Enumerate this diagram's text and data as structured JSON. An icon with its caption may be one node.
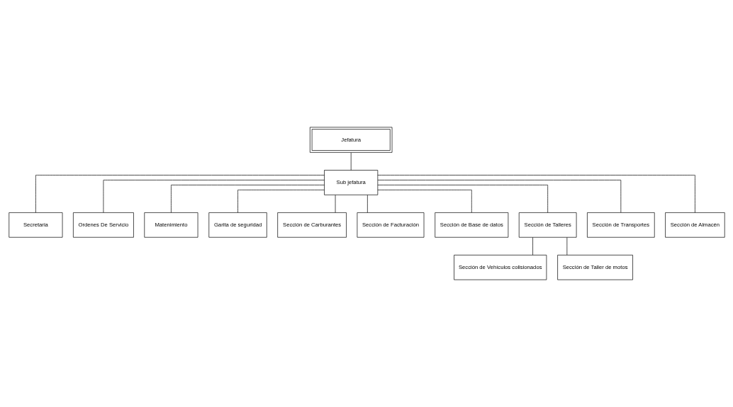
{
  "diagram": {
    "nodes": [
      {
        "text": [
          "Jefatura"
        ]
      },
      {
        "text": [
          "Sub jefatura"
        ]
      },
      {
        "text": [
          "Secretaria"
        ]
      },
      {
        "text": [
          "Ordenes De Servicio"
        ]
      },
      {
        "text": [
          "Matenimiento"
        ]
      },
      {
        "text": [
          "Garita de seguridad"
        ]
      },
      {
        "text": [
          "Sección de Carburantes"
        ]
      },
      {
        "text": [
          "Sección de Facturación"
        ]
      },
      {
        "text": [
          "Sección de Base de datos"
        ]
      },
      {
        "text": [
          "Sección de Talleres"
        ]
      },
      {
        "text": [
          "Sección de Transportes"
        ]
      },
      {
        "text": [
          "Sección de Almacén"
        ]
      },
      {
        "text": [
          "Sección de Vehículos colisionados"
        ]
      },
      {
        "text": [
          "Sección de Taller de motos"
        ]
      }
    ],
    "edges": [
      {
        "from": 0,
        "to": 1,
        "arrow": "none"
      },
      {
        "from": 1,
        "to": 2,
        "arrow": "none"
      },
      {
        "from": 1,
        "to": 3,
        "arrow": "none"
      },
      {
        "from": 1,
        "to": 4,
        "arrow": "none"
      },
      {
        "from": 1,
        "to": 5,
        "arrow": "none"
      },
      {
        "from": 1,
        "to": 6,
        "arrow": "none"
      },
      {
        "from": 1,
        "to": 7,
        "arrow": "none"
      },
      {
        "from": 1,
        "to": 8,
        "arrow": "none"
      },
      {
        "from": 1,
        "to": 9,
        "arrow": "none"
      },
      {
        "from": 1,
        "to": 10,
        "arrow": "none"
      },
      {
        "from": 1,
        "to": 11,
        "arrow": "none"
      },
      {
        "from": 9,
        "to": 12,
        "arrow": "none"
      },
      {
        "from": 9,
        "to": 13,
        "arrow": "none"
      }
    ]
  }
}
